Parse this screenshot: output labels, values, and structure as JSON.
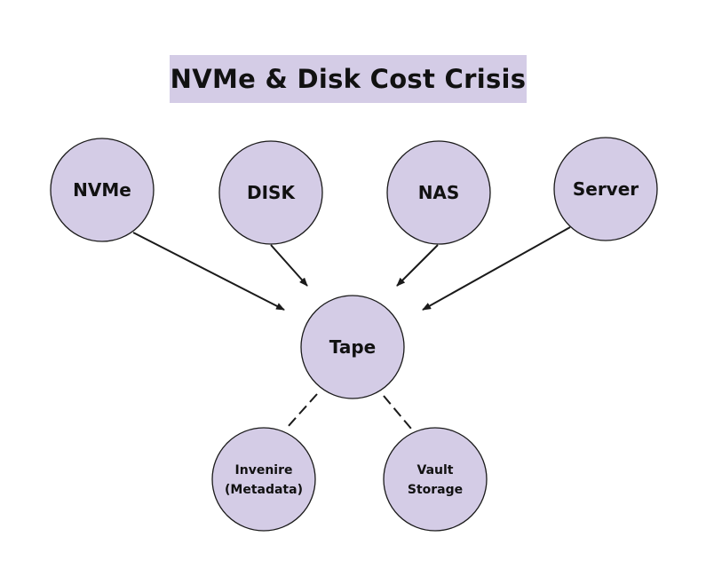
{
  "title": "NVMe & Disk Cost Crisis",
  "colors": {
    "node_fill": "#d4cce6",
    "title_fill": "#d4cce6",
    "stroke": "#1a1a1a"
  },
  "nodes": [
    {
      "id": "nvme",
      "lines": [
        "NVMe"
      ],
      "size": "large"
    },
    {
      "id": "disk",
      "lines": [
        "DISK"
      ],
      "size": "large"
    },
    {
      "id": "nas",
      "lines": [
        "NAS"
      ],
      "size": "large"
    },
    {
      "id": "server",
      "lines": [
        "Server"
      ],
      "size": "large"
    },
    {
      "id": "tape",
      "lines": [
        "Tape"
      ],
      "size": "large"
    },
    {
      "id": "invenire",
      "lines": [
        "Invenire",
        "(Metadata)"
      ],
      "size": "small"
    },
    {
      "id": "vault",
      "lines": [
        "Vault",
        "Storage"
      ],
      "size": "small"
    }
  ],
  "edges": [
    {
      "from": "nvme",
      "to": "tape",
      "style": "arrow"
    },
    {
      "from": "disk",
      "to": "tape",
      "style": "arrow"
    },
    {
      "from": "nas",
      "to": "tape",
      "style": "arrow"
    },
    {
      "from": "server",
      "to": "tape",
      "style": "arrow"
    },
    {
      "from": "tape",
      "to": "invenire",
      "style": "dashed"
    },
    {
      "from": "tape",
      "to": "vault",
      "style": "dashed"
    }
  ]
}
